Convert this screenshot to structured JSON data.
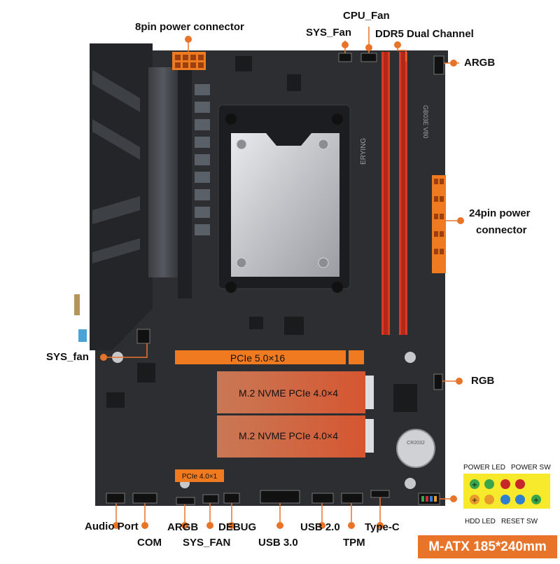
{
  "labels": {
    "pin8": "8pin power connector",
    "cpu_fan": "CPU_Fan",
    "sys_fan_top": "SYS_Fan",
    "ddr5": "DDR5 Dual Channel",
    "argb_right": "ARGB",
    "pin24_line1": "24pin power",
    "pin24_line2": "connector",
    "sys_fan_left": "SYS_fan",
    "rgb": "RGB",
    "audio": "Audio Port",
    "com": "COM",
    "argb_bottom": "ARGB",
    "sys_fan_bottom": "SYS_FAN",
    "debug": "DEBUG",
    "usb30": "USB 3.0",
    "usb20": "USB 2.0",
    "tpm": "TPM",
    "typec": "Type-C"
  },
  "slots": {
    "pcie5": "PCIe 5.0×16",
    "m2_1": "M.2 NVME PCIe 4.0×4",
    "m2_2": "M.2 NVME PCIe 4.0×4",
    "pcie4x1": "PCIe 4.0×1"
  },
  "panel": {
    "power_led": "POWER LED",
    "power_sw": "POWER SW",
    "hdd_led": "HDD LED",
    "reset_sw": "RESET SW"
  },
  "size_badge": "M-ATX 185*240mm",
  "board_print": {
    "brand": "ERYING",
    "model": "GB03E V80",
    "battery": "CR2032"
  },
  "colors": {
    "accent": "#e8742a",
    "slot_orange": "#f07a1f",
    "dimm_red": "#d83a22",
    "pcb": "#2b2d31",
    "panel_yellow": "#f7e92b"
  }
}
